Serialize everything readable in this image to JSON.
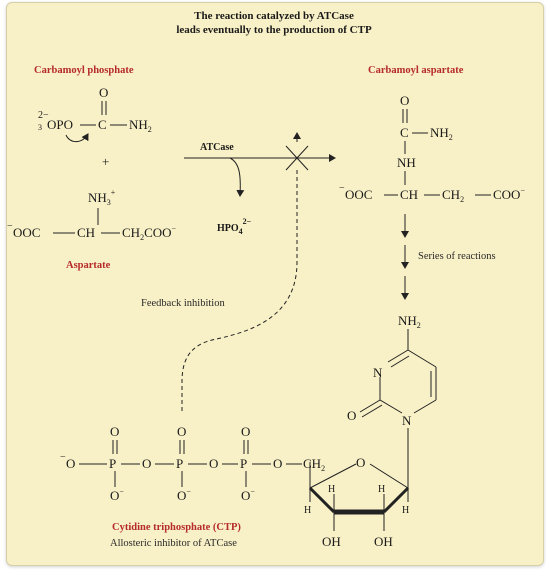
{
  "title": {
    "line1": "The reaction catalyzed by ATCase",
    "line2": "leads eventually to the production of CTP"
  },
  "labels": {
    "carbamoyl_phosphate": "Carbamoyl phosphate",
    "carbamoyl_aspartate": "Carbamoyl aspartate",
    "aspartate": "Aspartate",
    "enzyme": "ATCase",
    "byproduct": "HPO",
    "byproduct_charge": "2−",
    "byproduct_sub": "4",
    "plus": "+",
    "series_of_reactions": "Series of reactions",
    "feedback_inhibition": "Feedback inhibition",
    "ctp_name": "Cytidine triphosphate (CTP)",
    "ctp_role": "Allosteric inhibitor of ATCase"
  },
  "atoms": {
    "O": "O",
    "C": "C",
    "N": "N",
    "H": "H",
    "P": "P",
    "NH": "NH",
    "NH2": "NH",
    "sub2": "2",
    "sub3": "3",
    "OPO": "OPO",
    "OOC": "OOC",
    "CH": "CH",
    "CH2": "CH",
    "COO": "COO",
    "CH2COO": "CH",
    "COO_tail": "COO",
    "OH": "OH",
    "minus": "−",
    "plus_charge": "+",
    "charge_2minus": "2−",
    "O_minus": "O"
  },
  "colors": {
    "background": "#f8f0c6",
    "accent_red": "#b52a2a",
    "ink": "#1a1a1a"
  }
}
